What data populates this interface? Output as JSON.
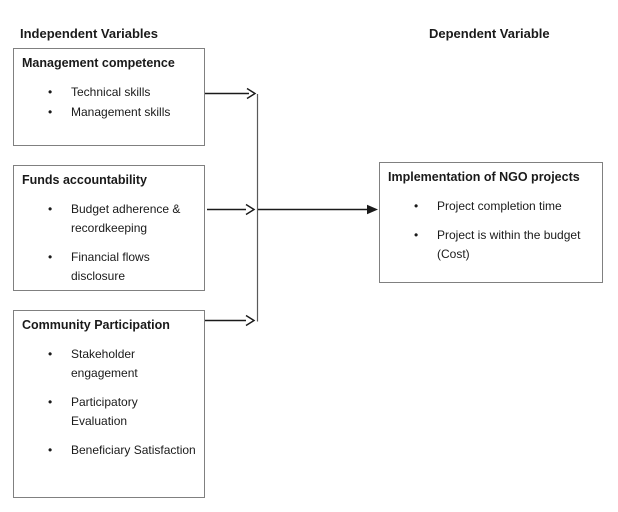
{
  "page": {
    "background": "#ffffff",
    "text_color": "#1a1a1a",
    "box_border_color": "#808080",
    "arrow_color": "#1a1a1a",
    "connector_color": "#595959"
  },
  "glyphs": {
    "bullet": "•"
  },
  "headers": {
    "independent": "Independent Variables",
    "dependent": "Dependent Variable"
  },
  "independent_boxes": [
    {
      "title": "Management competence",
      "items": [
        "Technical skills",
        "Management skills"
      ]
    },
    {
      "title": "Funds accountability",
      "items": [
        "Budget adherence & recordkeeping",
        "Financial flows disclosure"
      ]
    },
    {
      "title": "Community Participation",
      "items": [
        "Stakeholder engagement",
        "Participatory Evaluation",
        "Beneficiary Satisfaction"
      ]
    }
  ],
  "dependent_box": {
    "title": "Implementation of NGO projects",
    "items": [
      "Project completion time",
      "Project is within the budget (Cost)"
    ]
  }
}
